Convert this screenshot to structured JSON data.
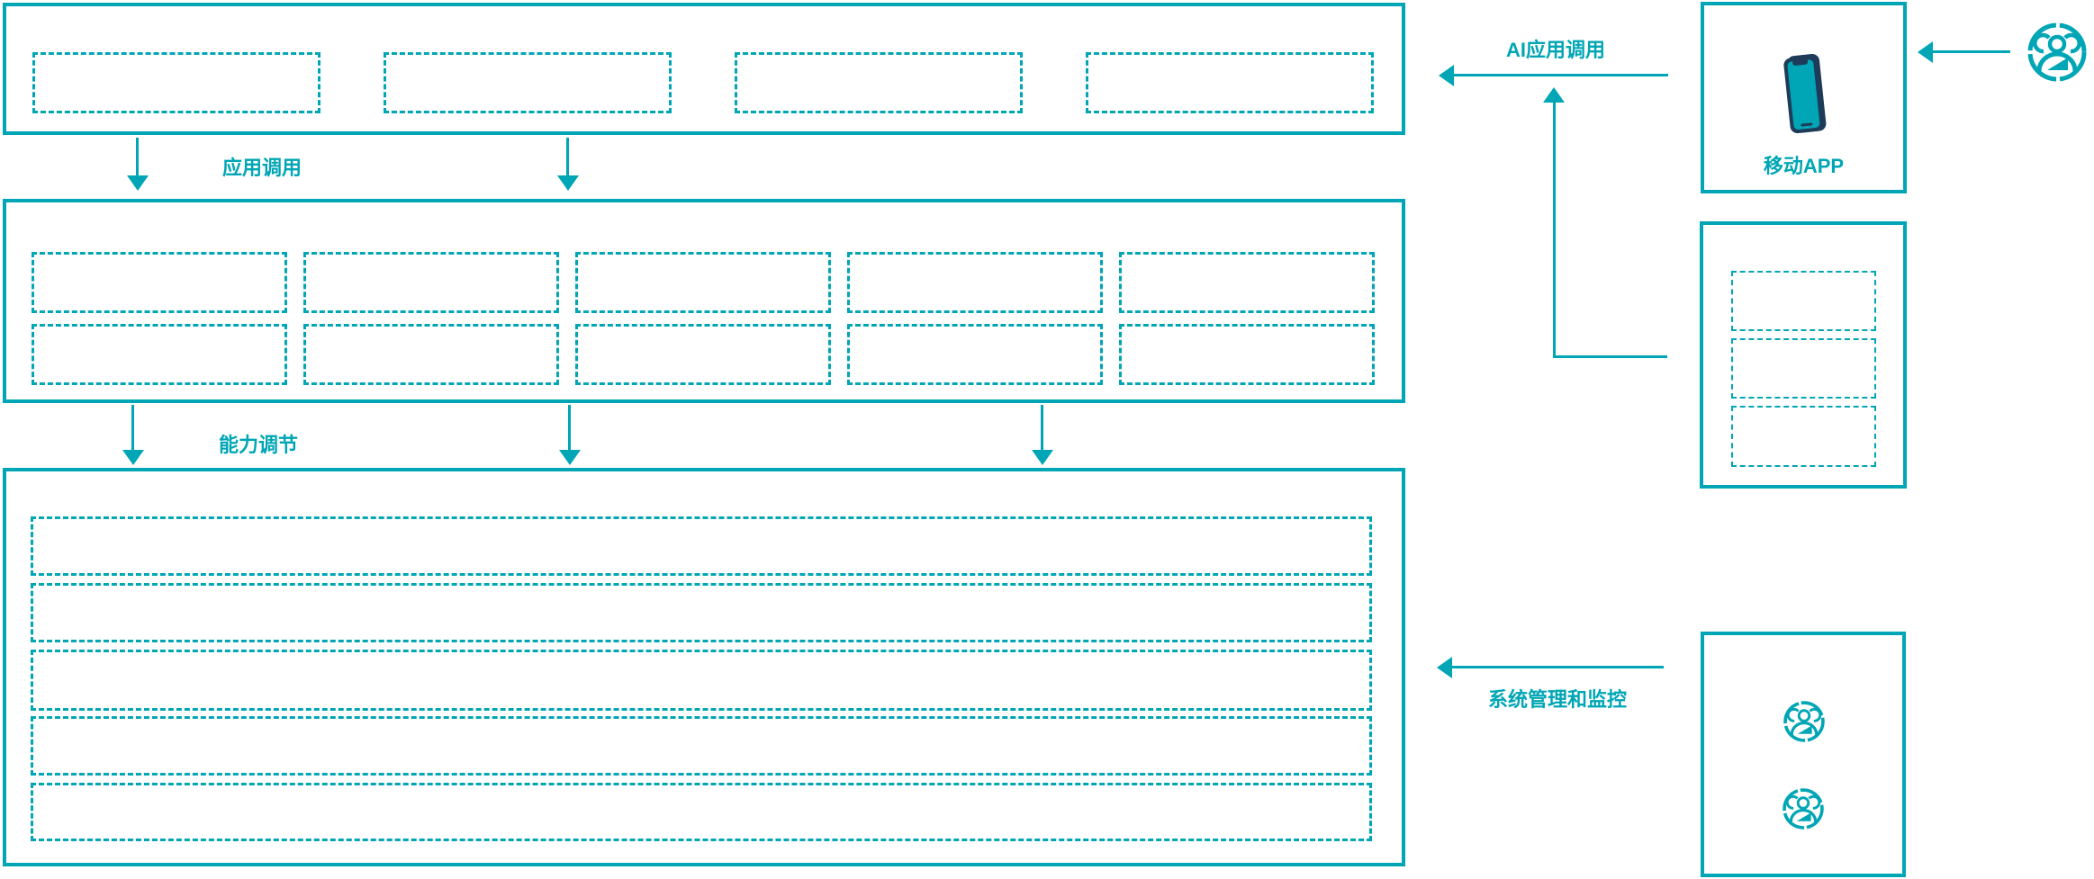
{
  "diagram": {
    "flow_labels": {
      "app_call": "应用调用",
      "capability_adjust": "能力调节",
      "ai_app_call": "AI应用调用",
      "system_monitor": "系统管理和监控"
    },
    "right_panel": {
      "mobile_app_label": "移动APP",
      "mobile_app_icon": "smartphone-icon",
      "user_icon": "user-group-icon"
    },
    "colors": {
      "accent": "#00A6B5",
      "phone_dark": "#1E3C5A",
      "background": "#FFFFFF"
    }
  }
}
